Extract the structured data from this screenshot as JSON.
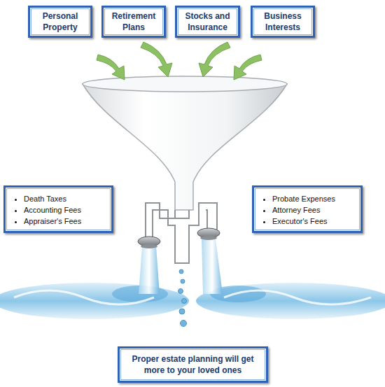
{
  "diagram": {
    "nodes": [
      {
        "text": [
          "Personal Property"
        ]
      },
      {
        "text": [
          "Retirement Plans"
        ]
      },
      {
        "text": [
          "Stocks and Insurance"
        ]
      },
      {
        "text": [
          "Business Interests"
        ]
      },
      {
        "text": [
          "Death Taxes",
          "Accounting Fees",
          "Appraiser's Fees"
        ]
      },
      {
        "text": [
          "Probate Expenses",
          "Attorney Fees",
          "Executor's Fees"
        ]
      },
      {
        "text": [
          "Proper estate planning will get more to your loved ones"
        ]
      }
    ]
  }
}
